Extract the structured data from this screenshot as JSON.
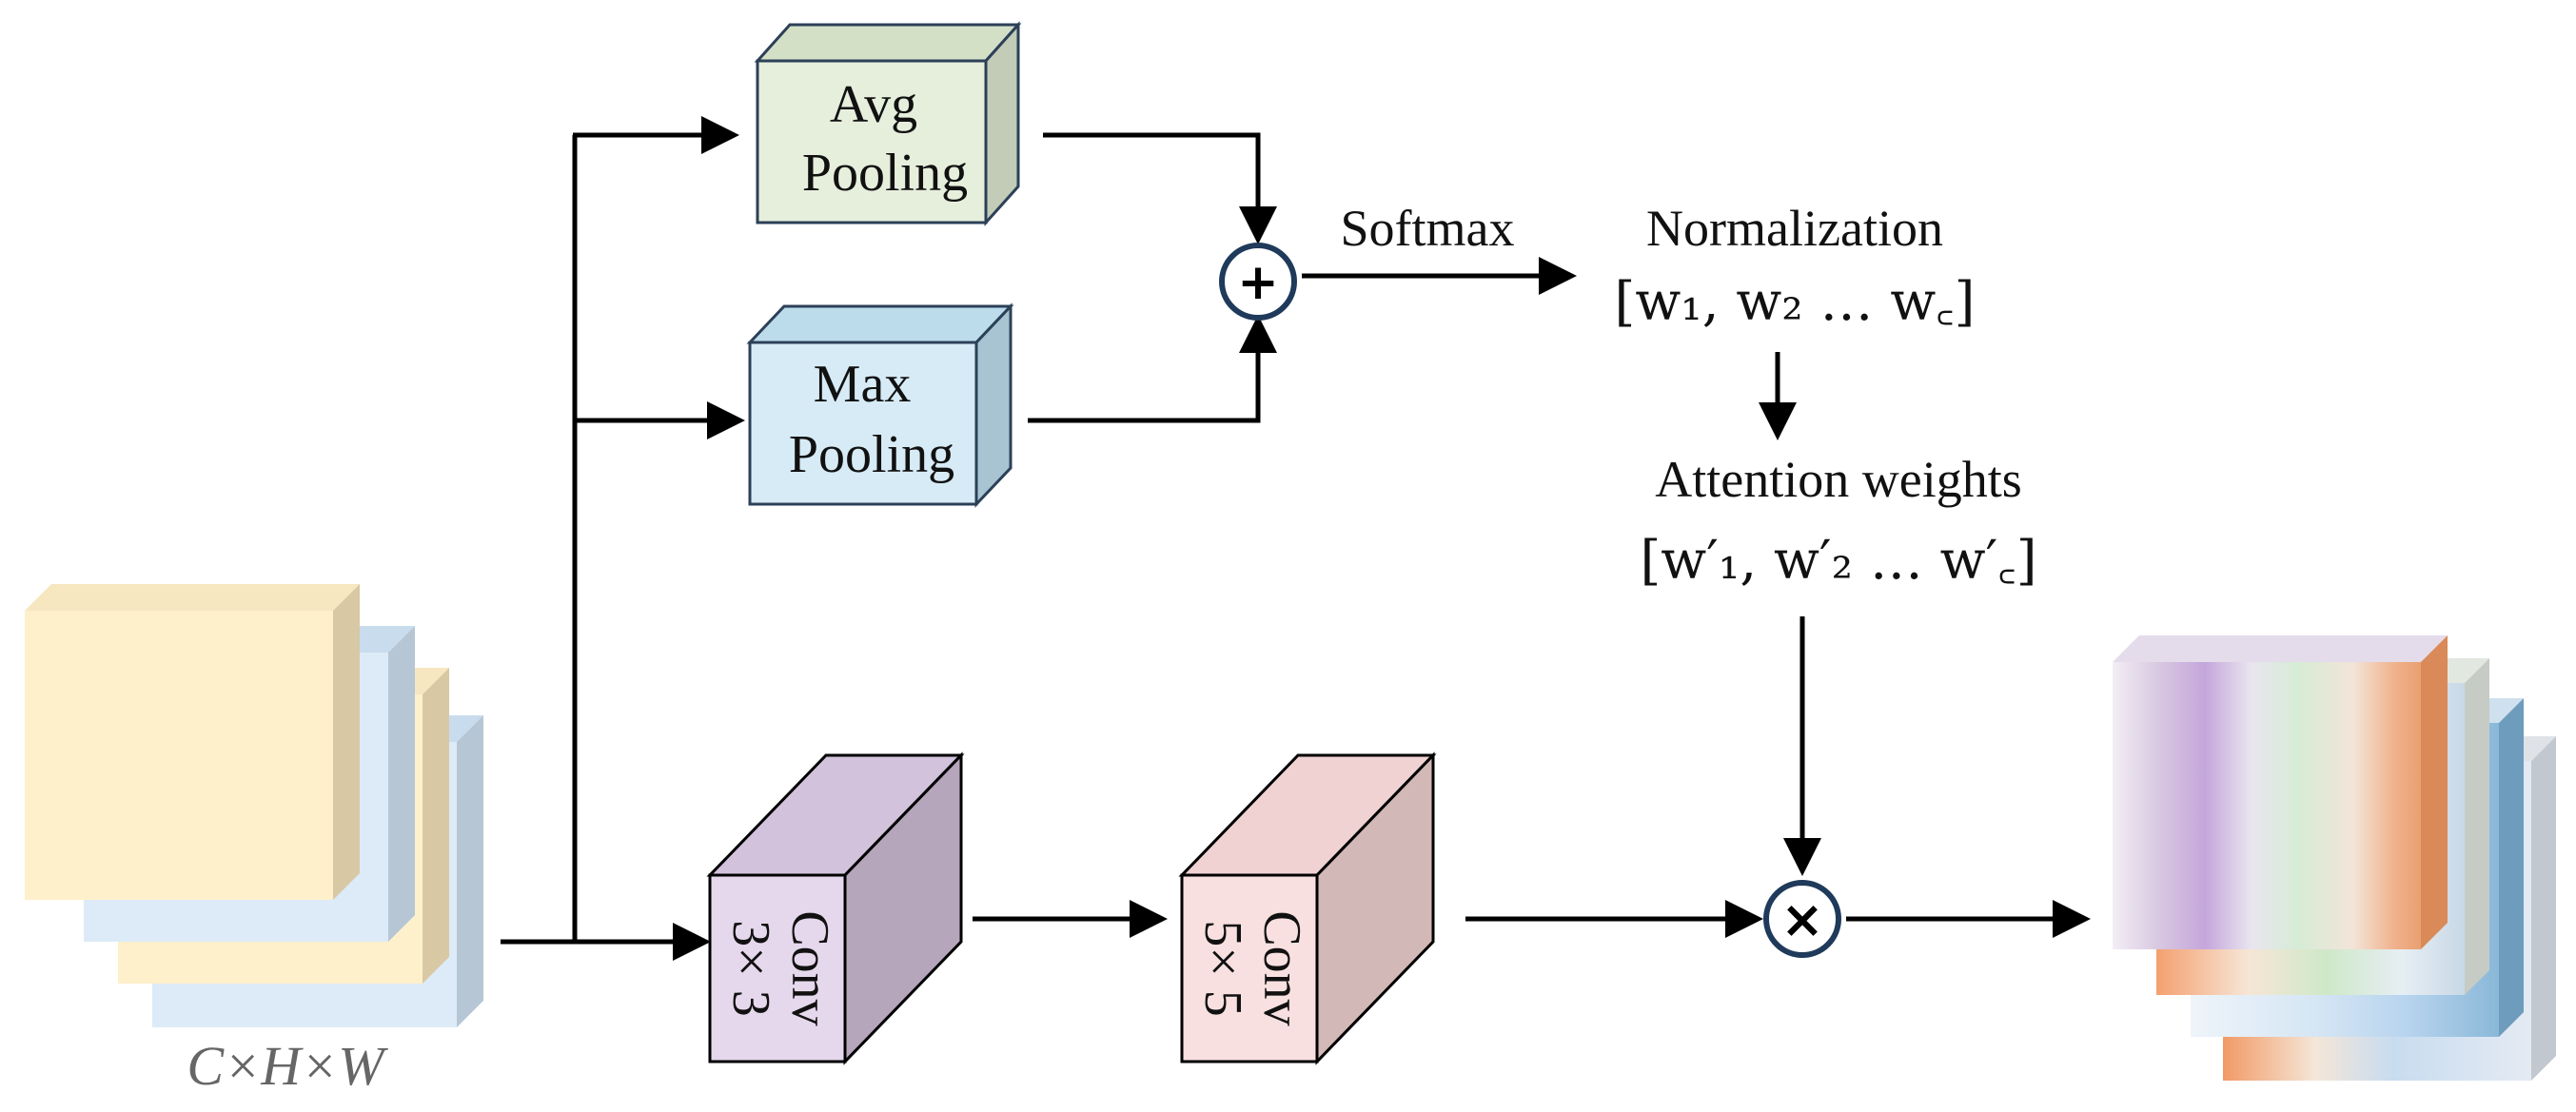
{
  "input_feature": {
    "dim_label": "C×H×W"
  },
  "blocks": {
    "avg_pool": {
      "line1": "Avg",
      "line2": "Pooling",
      "color": "#e6efdc"
    },
    "max_pool": {
      "line1": "Max",
      "line2": "Pooling",
      "color": "#d6ebf5"
    },
    "conv3": {
      "line1": "Conv",
      "line2": "3× 3",
      "color": "#e6d8ec"
    },
    "conv5": {
      "line1": "Conv",
      "line2": "5× 5",
      "color": "#f8e0e0"
    }
  },
  "operators": {
    "add": "+",
    "multiply": "×"
  },
  "labels": {
    "softmax": "Softmax",
    "normalization": "Normalization",
    "weights_vector": "[w₁, w₂ … w꜀]",
    "attention_weights": "Attention weights",
    "attention_vector": "[w′₁,  w′₂ … w′꜀]"
  },
  "colors": {
    "input_yellow": "#fff0cc",
    "input_blue": "#dcebf7",
    "operator_border": "#1f3a5a",
    "arrow": "#000000"
  }
}
